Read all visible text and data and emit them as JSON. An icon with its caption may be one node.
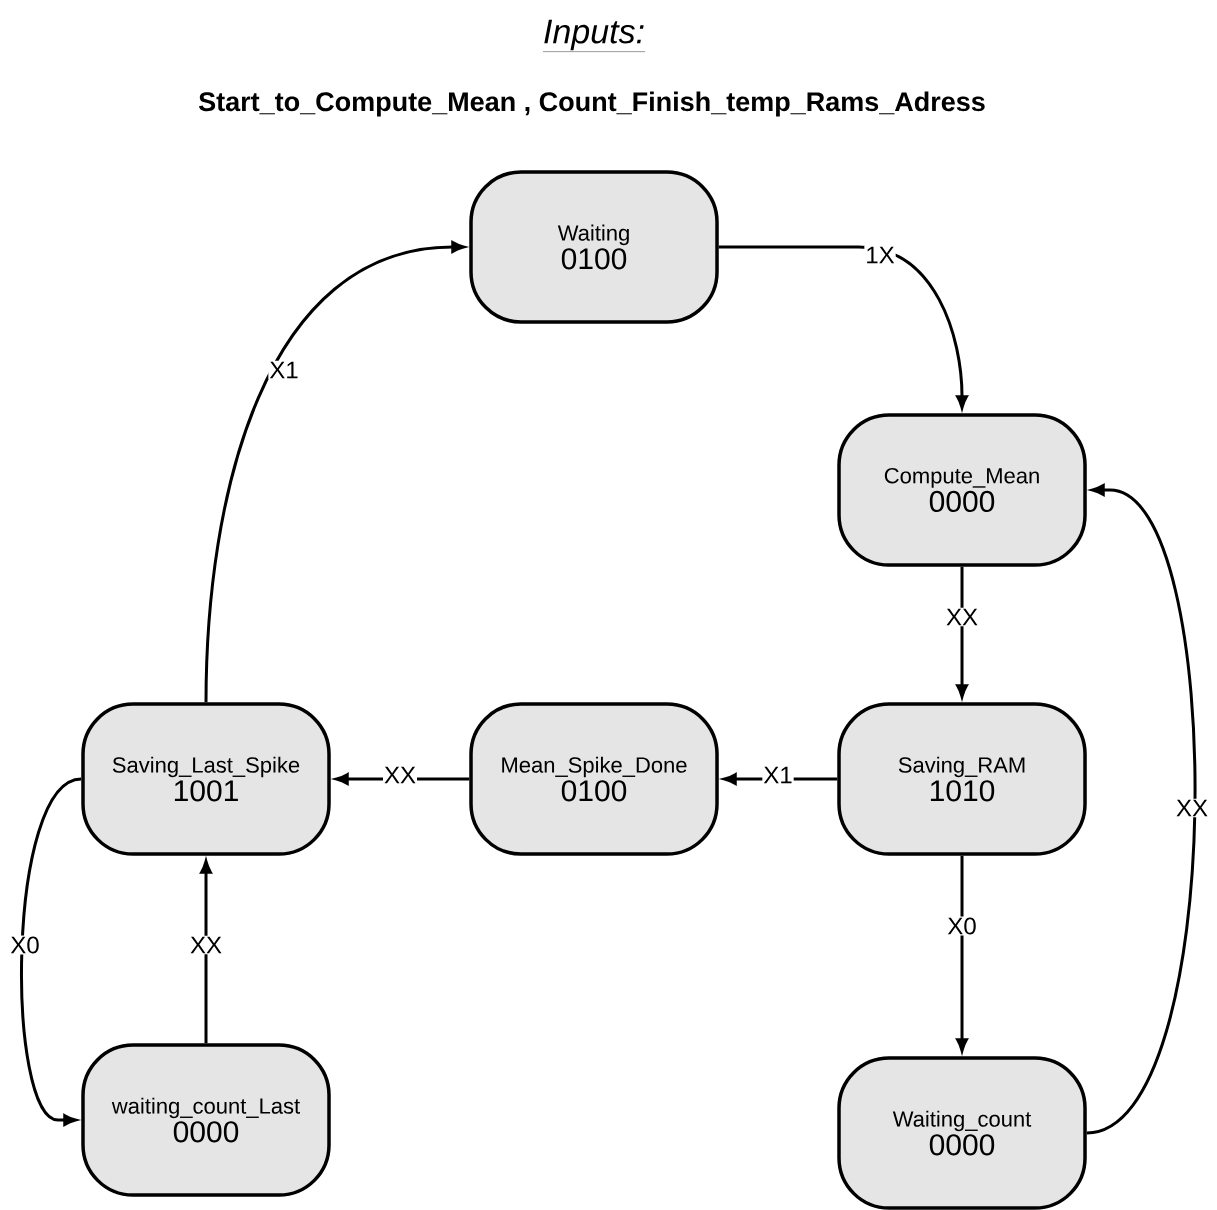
{
  "diagram": {
    "title": "Inputs:",
    "nodes": [
      {
        "text": [
          "Waiting",
          "0100"
        ]
      },
      {
        "text": [
          "Compute_Mean",
          "0000"
        ]
      },
      {
        "text": [
          "Saving_RAM",
          "1010"
        ]
      },
      {
        "text": [
          "Mean_Spike_Done",
          "0100"
        ]
      },
      {
        "text": [
          "Saving_Last_Spike",
          "1001"
        ]
      },
      {
        "text": [
          "waiting_count_Last",
          "0000"
        ]
      },
      {
        "text": [
          "Waiting_count",
          "0000"
        ]
      }
    ],
    "edges": [
      {
        "from": 0,
        "to": 1,
        "arrow": "to",
        "label": "1X"
      },
      {
        "from": 1,
        "to": 2,
        "arrow": "to",
        "label": "XX"
      },
      {
        "from": 2,
        "to": 3,
        "arrow": "to",
        "label": "X1"
      },
      {
        "from": 3,
        "to": 4,
        "arrow": "to",
        "label": "XX"
      },
      {
        "from": 2,
        "to": 6,
        "arrow": "to",
        "label": "X0"
      },
      {
        "from": 6,
        "to": 1,
        "arrow": "to",
        "label": "XX"
      },
      {
        "from": 4,
        "to": 5,
        "arrow": "to",
        "label": "X0"
      },
      {
        "from": 5,
        "to": 4,
        "arrow": "to",
        "label": "XX"
      },
      {
        "from": 4,
        "to": 0,
        "arrow": "to",
        "label": "X1"
      }
    ],
    "labels": [
      "Start_to_Compute_Mean , Count_Finish_temp_Rams_Adress"
    ]
  }
}
